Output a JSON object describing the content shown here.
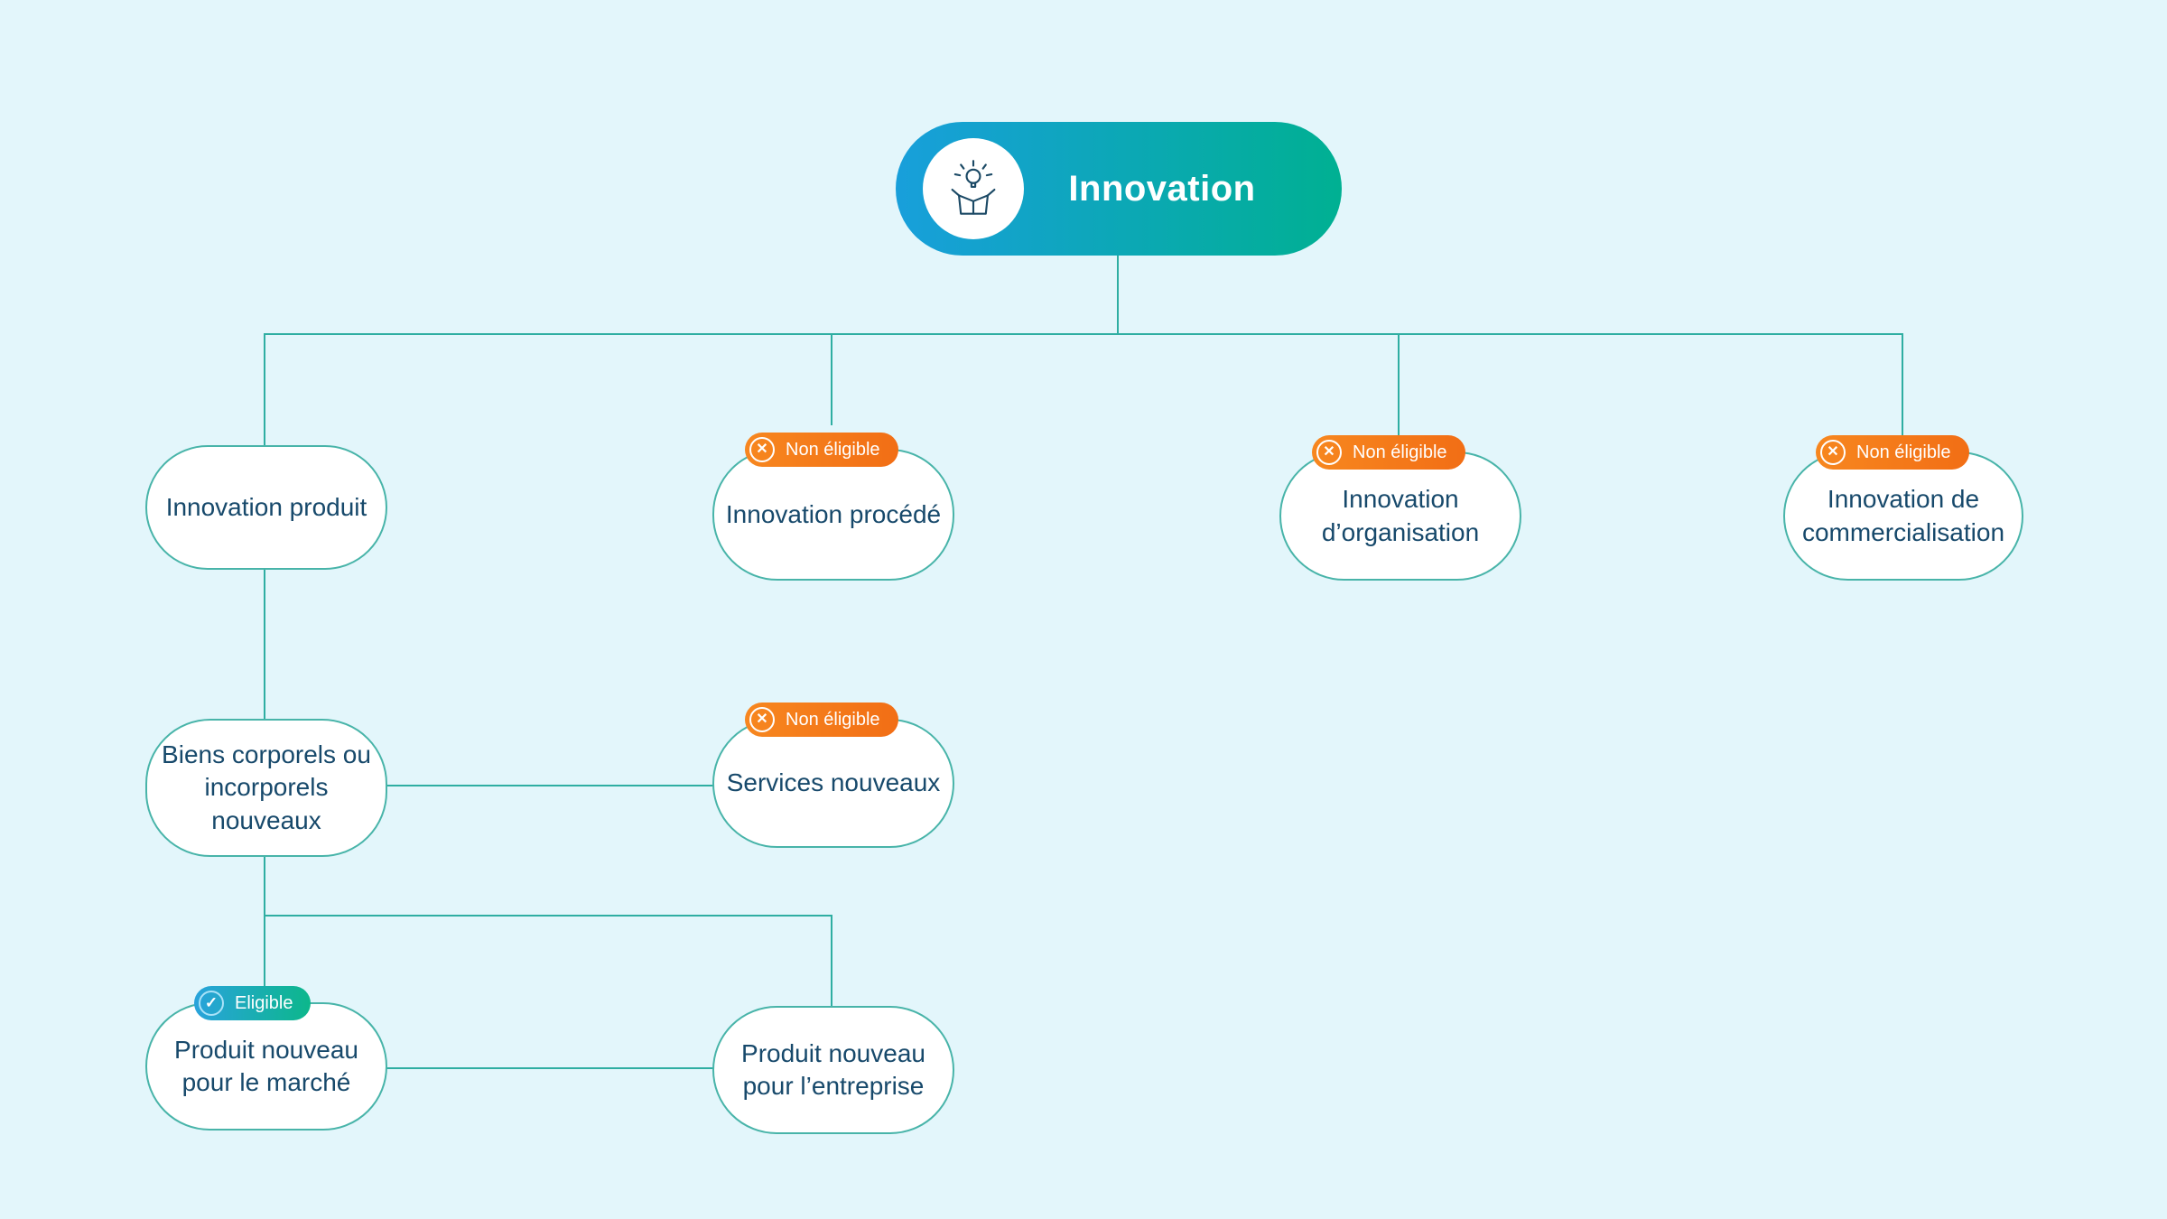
{
  "palette": {
    "background": "#E3F6FB",
    "connector": "#2FAEA2",
    "node_border": "#48B4A9",
    "node_text": "#17496B",
    "root_gradient_start": "#189FDB",
    "root_gradient_end": "#00B092",
    "non_eligible_orange": "#F4761B",
    "eligible_gradient_start": "#29A3DC",
    "eligible_gradient_end": "#0CB78B"
  },
  "root": {
    "label": "Innovation",
    "icon": "idea-box-icon"
  },
  "badges": {
    "eligible": "Eligible",
    "non_eligible": "Non éligible",
    "x_glyph": "✕",
    "check_glyph": "✓"
  },
  "nodes": [
    {
      "label": "Innovation produit",
      "badge": null
    },
    {
      "label": "Innovation procédé",
      "badge": "Non éligible"
    },
    {
      "label": "Innovation d’organisation",
      "badge": "Non éligible"
    },
    {
      "label": "Innovation de commercialisation",
      "badge": "Non éligible"
    },
    {
      "label": "Biens corporels ou incorporels nouveaux",
      "badge": null
    },
    {
      "label": "Services nouveaux",
      "badge": "Non éligible"
    },
    {
      "label": "Produit nouveau pour le marché",
      "badge": "Eligible"
    },
    {
      "label": "Produit nouveau pour l’entreprise",
      "badge": null
    }
  ]
}
